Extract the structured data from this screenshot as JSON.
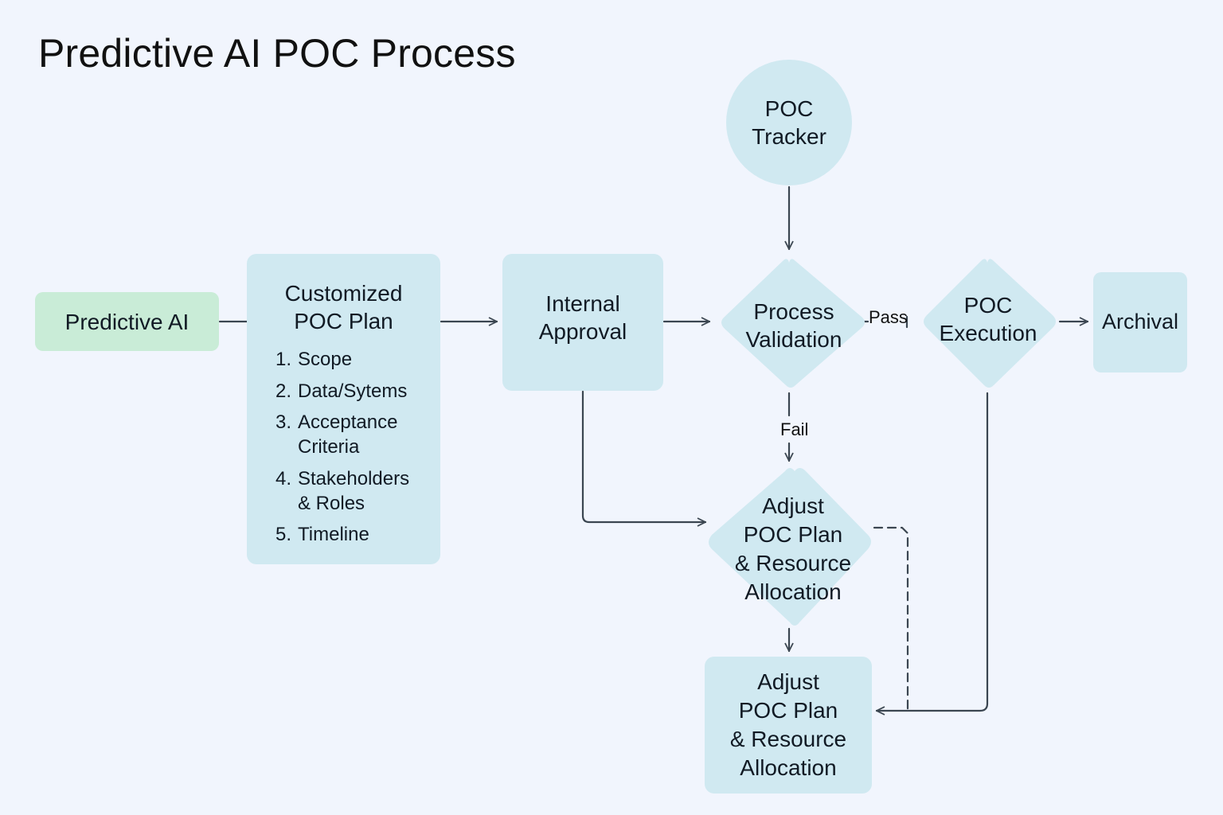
{
  "title": "Predictive AI POC Process",
  "nodes": {
    "predictive_ai": {
      "lines": [
        "Predictive AI"
      ]
    },
    "custom_plan": {
      "lines": [
        "Customized",
        "POC Plan"
      ],
      "items": [
        {
          "num": "1.",
          "text": "Scope"
        },
        {
          "num": "2.",
          "text": "Data/Sytems"
        },
        {
          "num": "3.",
          "text": "Acceptance Criteria"
        },
        {
          "num": "4.",
          "text": "Stakeholders & Roles"
        },
        {
          "num": "5.",
          "text": "Timeline"
        }
      ]
    },
    "internal_approval": {
      "lines": [
        "Internal",
        "Approval"
      ]
    },
    "poc_tracker": {
      "lines": [
        "POC",
        "Tracker"
      ]
    },
    "process_validation": {
      "lines": [
        "Process",
        "Validation"
      ]
    },
    "poc_execution": {
      "lines": [
        "POC",
        "Execution"
      ]
    },
    "archival": {
      "lines": [
        "Archival"
      ]
    },
    "adjust_diamond": {
      "lines": [
        "Adjust",
        "POC Plan",
        "& Resource",
        "Allocation"
      ]
    },
    "adjust_box": {
      "lines": [
        "Adjust",
        "POC Plan",
        "& Resource",
        "Allocation"
      ]
    }
  },
  "edge_labels": {
    "pass": "Pass",
    "fail": "Fail"
  },
  "colors": {
    "box": "#d0e9f1",
    "green": "#c9ecd7",
    "line": "#3b4651",
    "background": "#f1f5fd"
  }
}
